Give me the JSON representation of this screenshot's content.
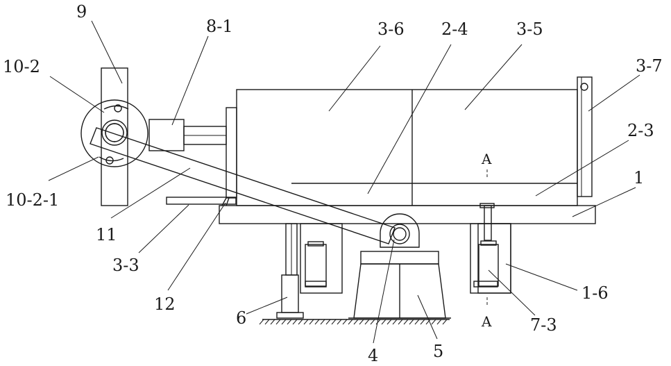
{
  "labels": {
    "l9": "9",
    "l8_1": "8-1",
    "l3_6": "3-6",
    "l2_4": "2-4",
    "l3_5": "3-5",
    "l3_7": "3-7",
    "l10_2": "10-2",
    "l2_3": "2-3",
    "l1": "1",
    "lA_top": "A",
    "l10_2_1": "10-2-1",
    "l11": "11",
    "l3_3": "3-3",
    "l12": "12",
    "l6": "6",
    "l4": "4",
    "l5": "5",
    "l1_6": "1-6",
    "lA_bottom": "A",
    "l7_3": "7-3"
  }
}
